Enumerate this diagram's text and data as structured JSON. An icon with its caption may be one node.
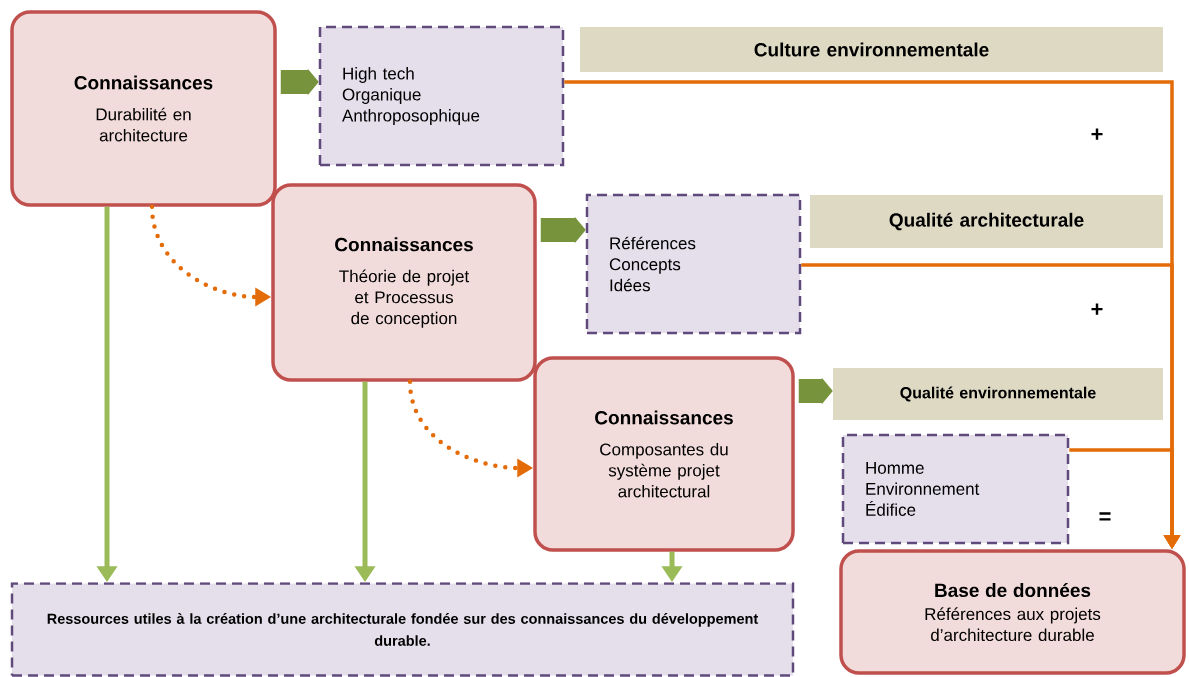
{
  "diagram": {
    "nodes": [
      {
        "text": [
          "Connaissances",
          "Durabilité en architecture"
        ]
      },
      {
        "text": [
          "High tech",
          "Organique",
          "Anthroposophique"
        ]
      },
      {
        "text": [
          "Culture environnementale"
        ]
      },
      {
        "text": [
          "Connaissances",
          "Théorie de projet et Processus de conception"
        ]
      },
      {
        "text": [
          "Références",
          "Concepts",
          "Idées"
        ]
      },
      {
        "text": [
          "Qualité architecturale"
        ]
      },
      {
        "text": [
          "Connaissances",
          "Composantes du système projet architectural"
        ]
      },
      {
        "text": [
          "Qualité environnementale"
        ]
      },
      {
        "text": [
          "Homme",
          "Environnement",
          "Édifice"
        ]
      },
      {
        "text": [
          "Ressources utiles à la création d’une architecturale fondée sur des connaissances du développement durable."
        ]
      },
      {
        "text": [
          "Base de données",
          "Références aux projets d’architecture durable"
        ]
      }
    ],
    "edges": [
      {
        "from": 0,
        "to": 1,
        "arrow": "to",
        "style": "thick",
        "color": "#77933c"
      },
      {
        "from": 3,
        "to": 4,
        "arrow": "to",
        "style": "thick",
        "color": "#77933c"
      },
      {
        "from": 6,
        "to": 7,
        "arrow": "to",
        "style": "thick",
        "color": "#77933c"
      },
      {
        "from": 1,
        "to": 10,
        "arrow": "to",
        "color": "#e36c09"
      },
      {
        "from": 4,
        "to": 10,
        "arrow": "to",
        "color": "#e36c09"
      },
      {
        "from": 8,
        "to": 10,
        "arrow": "to",
        "color": "#e36c09"
      },
      {
        "from": 0,
        "to": 3,
        "arrow": "to",
        "style": "dashed",
        "color": "#e36c09"
      },
      {
        "from": 3,
        "to": 6,
        "arrow": "to",
        "style": "dashed",
        "color": "#e36c09"
      },
      {
        "from": 0,
        "to": 9,
        "arrow": "to",
        "color": "#9bbb59"
      },
      {
        "from": 3,
        "to": 9,
        "arrow": "to",
        "color": "#9bbb59"
      },
      {
        "from": 6,
        "to": 9,
        "arrow": "to",
        "color": "#9bbb59"
      }
    ],
    "labels": [
      "+",
      "+",
      "="
    ]
  }
}
